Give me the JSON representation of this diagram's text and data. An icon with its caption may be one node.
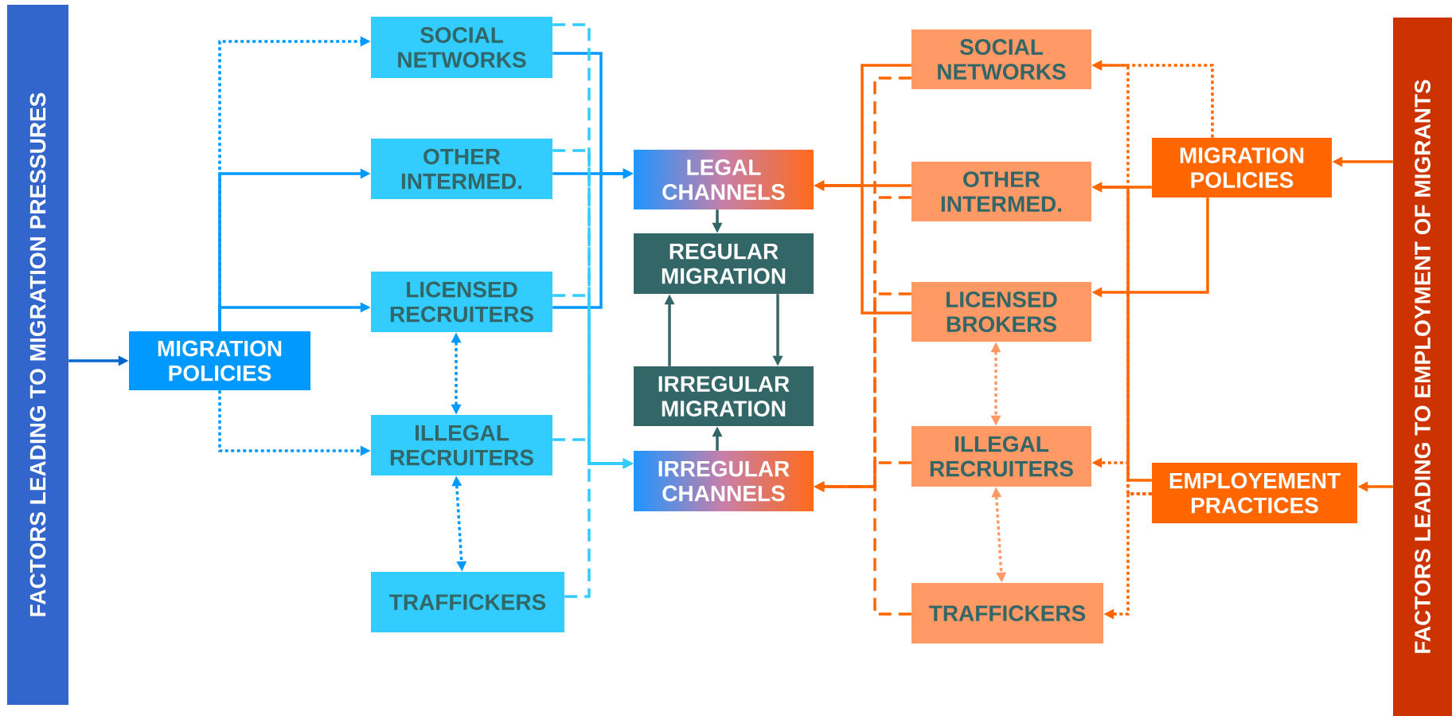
{
  "diagram": {
    "nodes": [
      {
        "text": [
          "FACTORS LEADING TO MIGRATION PRESSURES"
        ]
      },
      {
        "text": [
          "MIGRATION POLICIES"
        ]
      },
      {
        "text": [
          "SOCIAL NETWORKS"
        ]
      },
      {
        "text": [
          "OTHER INTERMED."
        ]
      },
      {
        "text": [
          "LICENSED RECRUITERS"
        ]
      },
      {
        "text": [
          "ILLEGAL RECRUITERS"
        ]
      },
      {
        "text": [
          "TRAFFICKERS"
        ]
      },
      {
        "text": [
          "LEGAL CHANNELS"
        ]
      },
      {
        "text": [
          "REGULAR MIGRATION"
        ]
      },
      {
        "text": [
          "IRREGULAR MIGRATION"
        ]
      },
      {
        "text": [
          "IRREGULAR CHANNELS"
        ]
      },
      {
        "text": [
          "SOCIAL NETWORKS"
        ]
      },
      {
        "text": [
          "OTHER INTERMED."
        ]
      },
      {
        "text": [
          "LICENSED BROKERS"
        ]
      },
      {
        "text": [
          "ILLEGAL RECRUITERS"
        ]
      },
      {
        "text": [
          "TRAFFICKERS"
        ]
      },
      {
        "text": [
          "MIGRATION POLICIES"
        ]
      },
      {
        "text": [
          "EMPLOYEMENT PRACTICES"
        ]
      },
      {
        "text": [
          "FACTORS LEADING TO EMPLOYMENT OF MIGRANTS"
        ]
      }
    ],
    "edges": [
      {
        "from": 0,
        "to": 1,
        "arrow": "to",
        "color": "#0066cc"
      },
      {
        "from": 1,
        "to": 2,
        "arrow": "to",
        "style": "dashed",
        "color": "#0099ff"
      },
      {
        "from": 1,
        "to": 3,
        "arrow": "to",
        "color": "#0099ff"
      },
      {
        "from": 1,
        "to": 4,
        "arrow": "to",
        "color": "#0099ff"
      },
      {
        "from": 1,
        "to": 5,
        "arrow": "to",
        "style": "dashed",
        "color": "#0099ff"
      },
      {
        "from": 4,
        "to": 5,
        "arrow": "both",
        "style": "dashed",
        "color": "#0099ff"
      },
      {
        "from": 5,
        "to": 6,
        "arrow": "both",
        "style": "dashed",
        "color": "#0099ff"
      },
      {
        "from": 2,
        "to": 7,
        "arrow": "to",
        "color": "#0099ff"
      },
      {
        "from": 3,
        "to": 7,
        "arrow": "to",
        "color": "#0099ff"
      },
      {
        "from": 4,
        "to": 7,
        "arrow": "to",
        "color": "#0099ff"
      },
      {
        "from": 2,
        "to": 10,
        "arrow": "to",
        "style": "dashed",
        "color": "#33ccff"
      },
      {
        "from": 3,
        "to": 10,
        "arrow": "to",
        "style": "dashed",
        "color": "#33ccff"
      },
      {
        "from": 4,
        "to": 10,
        "arrow": "to",
        "style": "dashed",
        "color": "#33ccff"
      },
      {
        "from": 5,
        "to": 10,
        "arrow": "to",
        "style": "dashed",
        "color": "#33ccff"
      },
      {
        "from": 6,
        "to": 10,
        "arrow": "to",
        "style": "dashed",
        "color": "#33ccff"
      },
      {
        "from": 7,
        "to": 8,
        "arrow": "to",
        "color": "#336666"
      },
      {
        "from": 9,
        "to": 8,
        "arrow": "to",
        "color": "#336666"
      },
      {
        "from": 8,
        "to": 9,
        "arrow": "to",
        "color": "#336666"
      },
      {
        "from": 10,
        "to": 9,
        "arrow": "to",
        "color": "#336666"
      },
      {
        "from": 18,
        "to": 16,
        "arrow": "to"
      },
      {
        "from": 18,
        "to": 17,
        "arrow": "to"
      },
      {
        "from": 16,
        "to": 11,
        "arrow": "to",
        "style": "dashed"
      },
      {
        "from": 16,
        "to": 12,
        "arrow": "to"
      },
      {
        "from": 16,
        "to": 13,
        "arrow": "to"
      },
      {
        "from": 17,
        "to": 11,
        "arrow": "to",
        "style": "dashed"
      },
      {
        "from": 17,
        "to": 12,
        "arrow": "to"
      },
      {
        "from": 17,
        "to": 14,
        "arrow": "to",
        "style": "dashed"
      },
      {
        "from": 17,
        "to": 15,
        "arrow": "to",
        "style": "dashed"
      },
      {
        "from": 11,
        "to": 7,
        "arrow": "to"
      },
      {
        "from": 12,
        "to": 7,
        "arrow": "to"
      },
      {
        "from": 13,
        "to": 7,
        "arrow": "to"
      },
      {
        "from": 11,
        "to": 10,
        "arrow": "to",
        "style": "dashed"
      },
      {
        "from": 12,
        "to": 10,
        "arrow": "to",
        "style": "dashed"
      },
      {
        "from": 13,
        "to": 10,
        "arrow": "to",
        "style": "dashed"
      },
      {
        "from": 14,
        "to": 10,
        "arrow": "to",
        "style": "dashed"
      },
      {
        "from": 15,
        "to": 10,
        "arrow": "to",
        "style": "dashed"
      },
      {
        "from": 13,
        "to": 14,
        "arrow": "both",
        "style": "dashed",
        "color": "#ff9966"
      },
      {
        "from": 14,
        "to": 15,
        "arrow": "both",
        "style": "dashed",
        "color": "#ff9966"
      }
    ]
  }
}
